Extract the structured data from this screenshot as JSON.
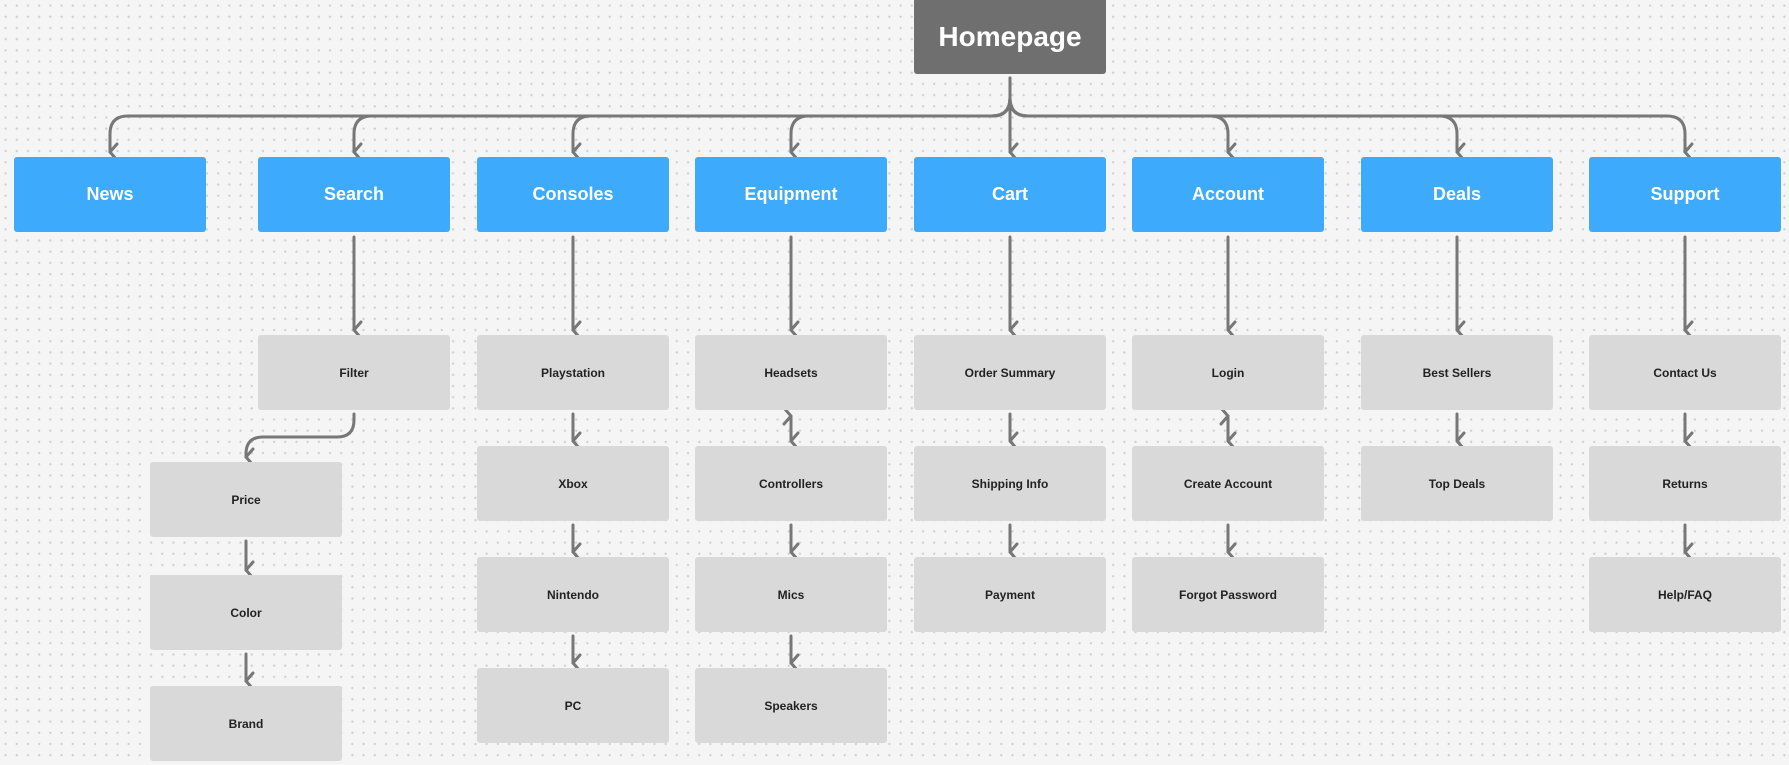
{
  "root": {
    "label": "Homepage"
  },
  "categories": [
    {
      "label": "News"
    },
    {
      "label": "Search"
    },
    {
      "label": "Consoles"
    },
    {
      "label": "Equipment"
    },
    {
      "label": "Cart"
    },
    {
      "label": "Account"
    },
    {
      "label": "Deals"
    },
    {
      "label": "Support"
    }
  ],
  "search": {
    "filter": "Filter",
    "price": "Price",
    "color": "Color",
    "brand": "Brand"
  },
  "consoles": {
    "items": [
      "Playstation",
      "Xbox",
      "Nintendo",
      "PC"
    ]
  },
  "equipment": {
    "items": [
      "Headsets",
      "Controllers",
      "Mics",
      "Speakers"
    ]
  },
  "cart": {
    "items": [
      "Order Summary",
      "Shipping Info",
      "Payment"
    ]
  },
  "account": {
    "items": [
      "Login",
      "Create Account",
      "Forgot Password"
    ]
  },
  "deals": {
    "items": [
      "Best Sellers",
      "Top Deals"
    ]
  },
  "support": {
    "items": [
      "Contact Us",
      "Returns",
      "Help/FAQ"
    ]
  },
  "colors": {
    "root": "#6f6f6f",
    "category": "#3daafb",
    "subpage": "#d9d9d9",
    "connector": "#777777"
  }
}
